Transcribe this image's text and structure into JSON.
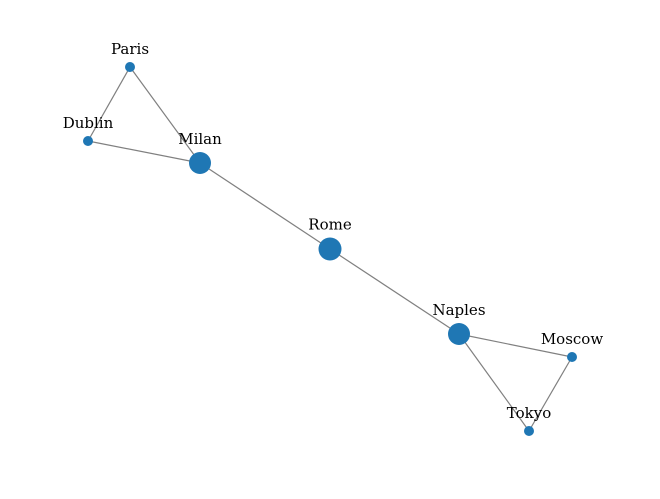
{
  "graph": {
    "node_color": "#1f77b4",
    "edge_color": "#808080",
    "background": "#ffffff",
    "nodes": [
      {
        "id": "paris",
        "label": "Paris",
        "degree": 2
      },
      {
        "id": "dublin",
        "label": "Dublin",
        "degree": 2
      },
      {
        "id": "milan",
        "label": "Milan",
        "degree": 3
      },
      {
        "id": "rome",
        "label": "Rome",
        "degree": 2
      },
      {
        "id": "naples",
        "label": "Naples",
        "degree": 3
      },
      {
        "id": "moscow",
        "label": "Moscow",
        "degree": 2
      },
      {
        "id": "tokyo",
        "label": "Tokyo",
        "degree": 2
      }
    ],
    "edges": [
      [
        "paris",
        "dublin"
      ],
      [
        "paris",
        "milan"
      ],
      [
        "dublin",
        "milan"
      ],
      [
        "milan",
        "rome"
      ],
      [
        "rome",
        "naples"
      ],
      [
        "naples",
        "moscow"
      ],
      [
        "naples",
        "tokyo"
      ],
      [
        "moscow",
        "tokyo"
      ]
    ]
  }
}
